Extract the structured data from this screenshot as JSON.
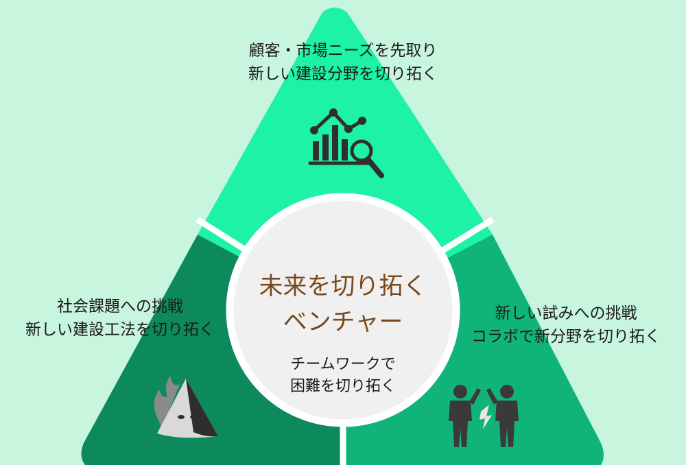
{
  "center": {
    "title_line1": "未来を切り拓く",
    "title_line2": "ベンチャー",
    "sub_line1": "チームワークで",
    "sub_line2": "困難を切り拓く"
  },
  "top": {
    "line1": "顧客・市場ニーズを先取り",
    "line2": "新しい建設分野を切り拓く",
    "icon": "chart-magnifier-icon"
  },
  "left": {
    "line1": "社会課題への挑戦",
    "line2": "新しい建設工法を切り拓く",
    "icon": "burning-cone-icon"
  },
  "right": {
    "line1": "新しい試みへの挑戦",
    "line2": "コラボで新分野を切り拓く",
    "icon": "team-collaboration-icon"
  },
  "colors": {
    "background": "#c8f5de",
    "top_segment": "#1ef2a6",
    "left_segment": "#0c8a5c",
    "right_segment": "#11b478",
    "center_circle": "#f0f0f0",
    "title_text": "#7a4a1c"
  }
}
